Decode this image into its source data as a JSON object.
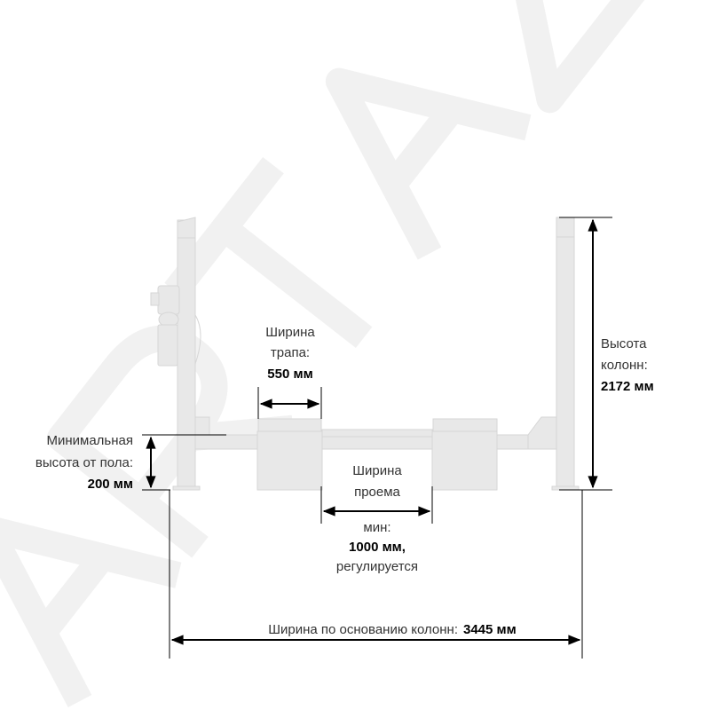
{
  "watermark": "ARTAZ",
  "dimensions": {
    "ramp_width": {
      "line1": "Ширина",
      "line2": "трапа:",
      "value": "550 мм"
    },
    "column_height": {
      "line1": "Высота",
      "line2": "колонн:",
      "value": "2172 мм"
    },
    "min_height": {
      "line1": "Минимальная",
      "line2": "высота от пола:",
      "value": "200 мм"
    },
    "opening_width": {
      "line1": "Ширина",
      "line2": "проема",
      "line3": "мин:",
      "value": "1000 мм,",
      "note": "регулируется"
    },
    "base_width": {
      "label": "Ширина по основанию колонн:",
      "value": "3445 мм"
    }
  },
  "colors": {
    "structure": "#e6e6e6",
    "structure_edge": "#d4d4d4",
    "dimension": "#000000"
  }
}
